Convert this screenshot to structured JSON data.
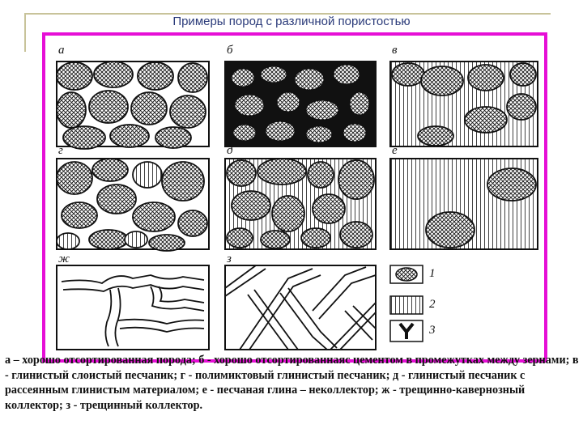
{
  "slide": {
    "title": "Примеры пород с различной пористостью",
    "caption": "а – хорошо отсортированная порода; б - хорошо отсортированнаяс цементом в промежутках между зернами; в - глинистый слоистый песчаник; г - полимиктовый глинистый песчаник; д - глинистый песчаник с рассеянным глинистым материалом; е - песчаная глина – неколлектор; ж - трещинно-кавернозный коллектор; з - трещинный коллектор."
  },
  "panels": [
    {
      "label": "а"
    },
    {
      "label": "б"
    },
    {
      "label": "в"
    },
    {
      "label": "г"
    },
    {
      "label": "д"
    },
    {
      "label": "е"
    },
    {
      "label": "ж"
    },
    {
      "label": "з"
    }
  ],
  "legend": [
    {
      "number": "1"
    },
    {
      "number": "2"
    },
    {
      "number": "3"
    }
  ],
  "colors": {
    "frame": "#e60fd6",
    "title": "#2b3b7a",
    "ink": "#111111",
    "rule": "#c8c39a"
  }
}
